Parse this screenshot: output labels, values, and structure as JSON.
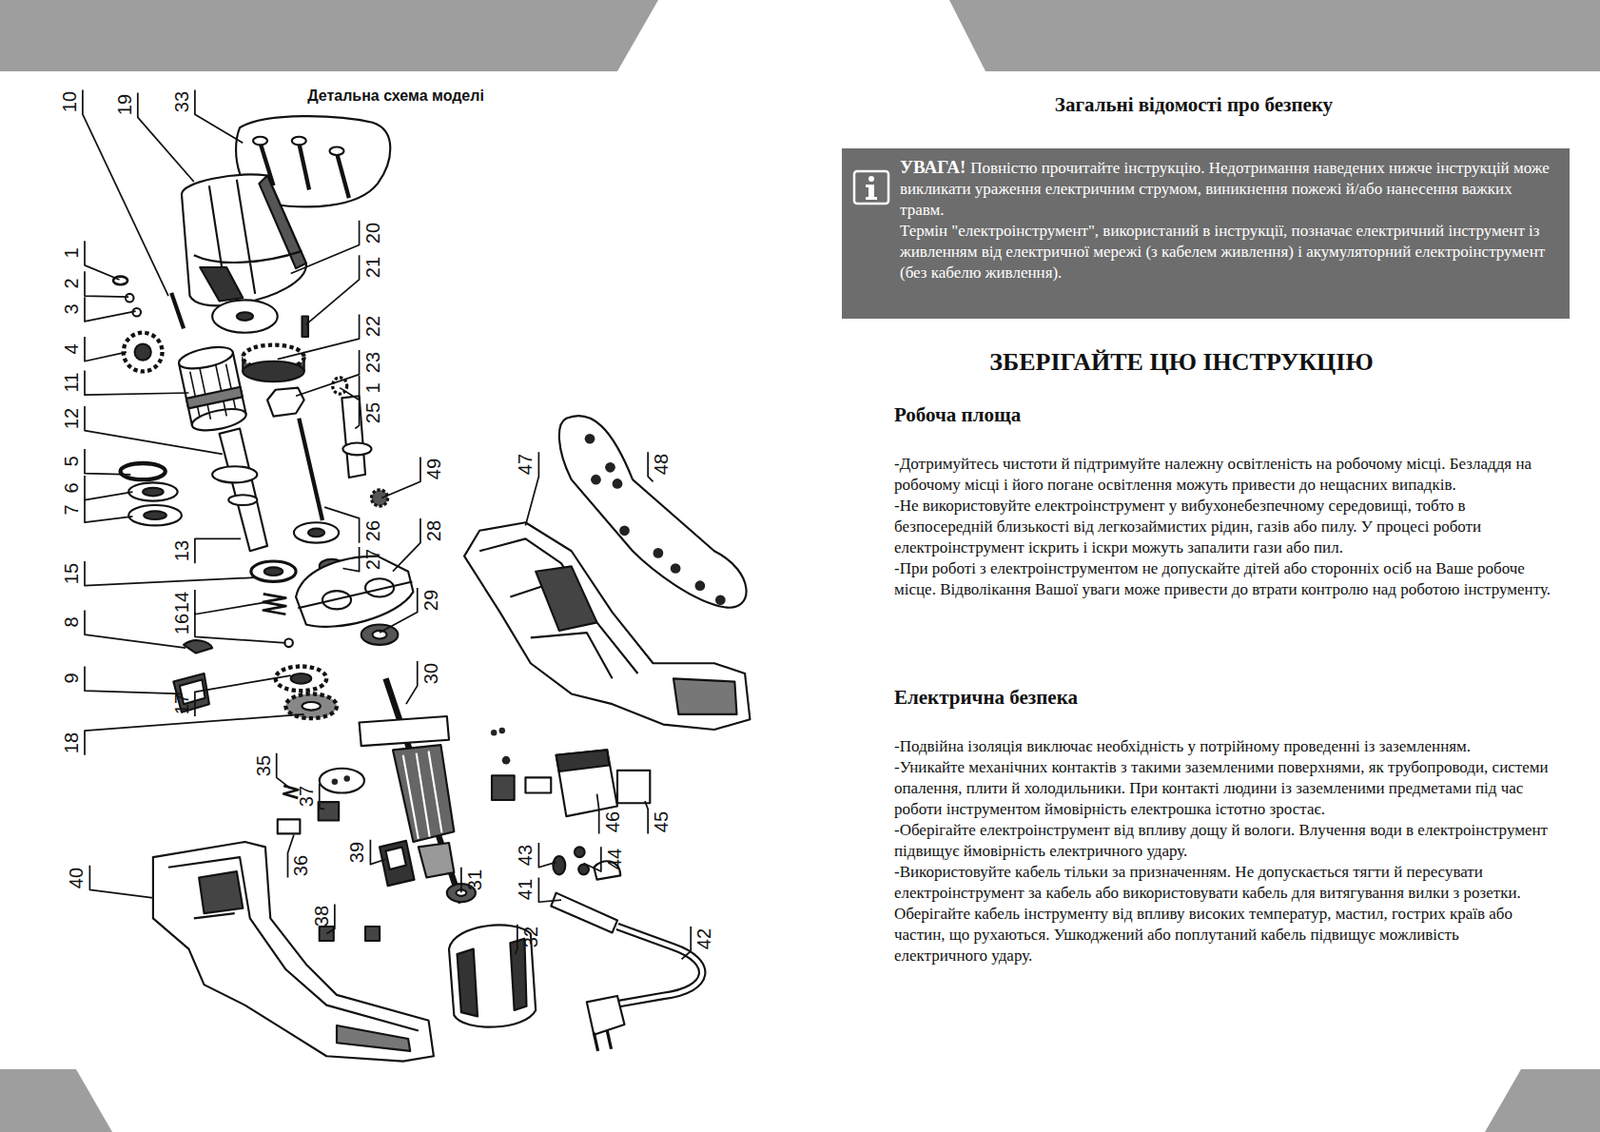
{
  "diagram": {
    "title": "Детальна схема моделі",
    "nodes": [
      {
        "text": [
          "УВАГА!",
          "Повністю прочитайте інструкцію. Недотримання наведених нижче інструкцій може викликати ураження електричним струмом, виникнення пожежі й/або нанесення важких травм.",
          "Термін \"електроінструмент\", використаний в інструкції, позначає електричний інструмент із живленням від електричної мережі (з кабелем живлення) і акумуляторний електроінструмент (без кабелю живлення)."
        ]
      }
    ],
    "labels": [
      "Загальні відомості про безпеку",
      "ЗБЕРІГАЙТЕ ЦЮ ІНСТРУКЦІЮ",
      "Робоча площа",
      "-Дотримуйтесь чистоти й підтримуйте належну освітленість на робочому місці. Безладдя на робочому місці і його погане освітлення можуть привести до нещасних випадків.",
      "-Не використовуйте електроінструмент у вибухонебезпечному середовищі, тобто в безпосередній близькості від легкозаймистих рідин, газів або пилу. У процесі роботи електроінструмент іскрить і іскри можуть запалити гази або пил.",
      "-При роботі з електроінструментом не допускайте дітей або сторонніх осіб на Ваше робоче місце. Відволікання Вашої уваги може привести до втрати контролю над роботою інструменту.",
      "Електрична безпека",
      "-Подвійна ізоляція виключає необхідність у потрійному проведенні із заземленням.",
      "-Уникайте механічних контактів з такими заземленими поверхнями, як трубопроводи, системи опалення, плити й холодильники. При контакті людини із заземленими предметами під час роботи інструментом ймовірність електрошка істотно зростає.",
      "-Оберігайте електроінструмент від впливу дощу й вологи. Влучення води в електроінструмент підвищує ймовірність електричного удару.",
      "-Використовуйте кабель тільки за призначенням. Не допускається тягти й пересувати електроінструмент за кабель або використовувати кабель для витягування вилки з розетки. Оберігайте кабель інструменту від впливу високих температур, мастил, гострих країв або частин, що рухаються. Ушкоджений або поплутаний кабель підвищує можливість електричного удару.",
      "10",
      "19",
      "33",
      "1",
      "2",
      "3",
      "4",
      "11",
      "12",
      "5",
      "6",
      "7",
      "13",
      "15",
      "14",
      "16",
      "8",
      "9",
      "17",
      "18",
      "20",
      "21",
      "22",
      "23",
      "1",
      "25",
      "49",
      "26",
      "27",
      "28",
      "29",
      "30",
      "31",
      "32",
      "47",
      "48",
      "46",
      "45",
      "44",
      "43",
      "41",
      "42",
      "35",
      "37",
      "36",
      "39",
      "40",
      "38"
    ]
  }
}
